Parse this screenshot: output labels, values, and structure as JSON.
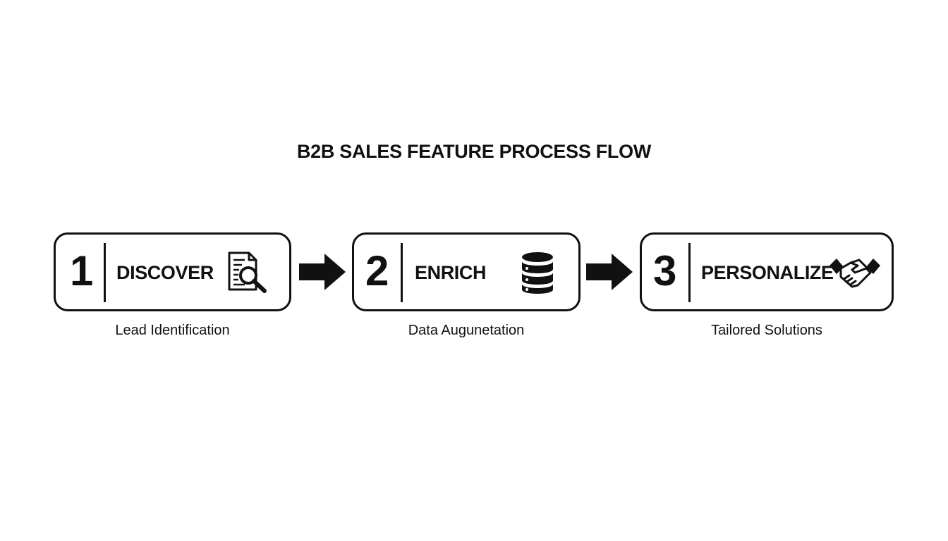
{
  "title": "B2B SALES FEATURE PROCESS FLOW",
  "steps": [
    {
      "number": "1",
      "label": "DISCOVER",
      "caption": "Lead Identification",
      "icon": "document-search-icon"
    },
    {
      "number": "2",
      "label": "ENRICH",
      "caption": "Data Augunetation",
      "icon": "database-icon"
    },
    {
      "number": "3",
      "label": "PERSONALIZE",
      "caption": "Tailored Solutions",
      "icon": "handshake-icon"
    }
  ],
  "colors": {
    "ink": "#111111",
    "background": "#ffffff"
  }
}
